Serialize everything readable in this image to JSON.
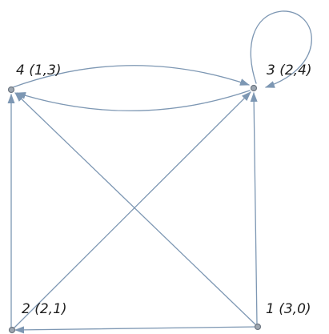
{
  "colors": {
    "edge": "#7d97b3",
    "node_fill": "#9ea7b1",
    "node_stroke": "#6f7883",
    "label": "#1e1e1e"
  },
  "nodes": [
    {
      "id": "1",
      "label": "1 (3,0)"
    },
    {
      "id": "2",
      "label": "2 (2,1)"
    },
    {
      "id": "3",
      "label": "3 (2,4)"
    },
    {
      "id": "4",
      "label": "4 (1,3)"
    }
  ],
  "edges": [
    {
      "from": "1",
      "to": "2"
    },
    {
      "from": "1",
      "to": "3"
    },
    {
      "from": "1",
      "to": "4"
    },
    {
      "from": "2",
      "to": "3"
    },
    {
      "from": "2",
      "to": "4"
    },
    {
      "from": "3",
      "to": "3"
    },
    {
      "from": "3",
      "to": "4"
    },
    {
      "from": "4",
      "to": "3"
    }
  ]
}
